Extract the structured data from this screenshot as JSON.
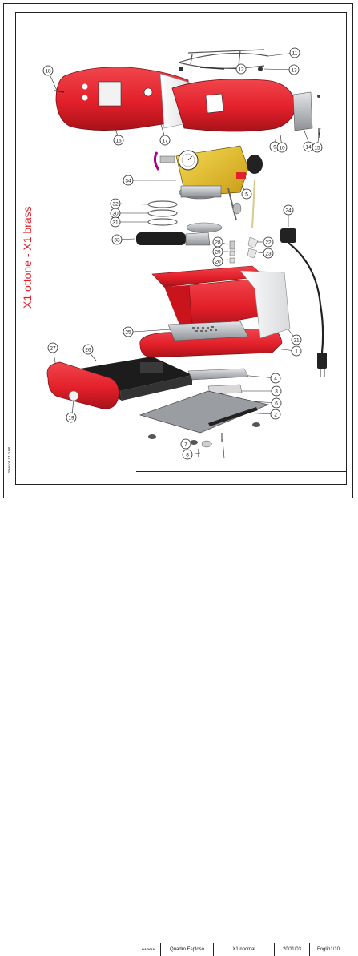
{
  "title": "X1 ottone - X1 brass",
  "side_code": "Saeco0 X1 0.08",
  "title_block": {
    "brand": "GAGGIA",
    "subject": "Quadro Esploso",
    "model": "X1 nocmal",
    "date": "20/11/03",
    "sheet": "Foglio1/10"
  },
  "callouts": [
    "1",
    "2",
    "3",
    "4",
    "5",
    "6",
    "7",
    "8",
    "9",
    "10",
    "11",
    "12",
    "13",
    "14",
    "15",
    "16",
    "17",
    "18",
    "19",
    "20",
    "21",
    "22",
    "23",
    "24",
    "25",
    "26",
    "27",
    "28",
    "29",
    "30",
    "31",
    "32",
    "33",
    "34"
  ],
  "colors": {
    "red": "#e3202a",
    "dark_red": "#b8141c",
    "brass": "#e8c22a",
    "light": "#f2f2f2",
    "steel": "#b9bcc0",
    "dark": "#2b2b2b",
    "line": "#222222"
  }
}
